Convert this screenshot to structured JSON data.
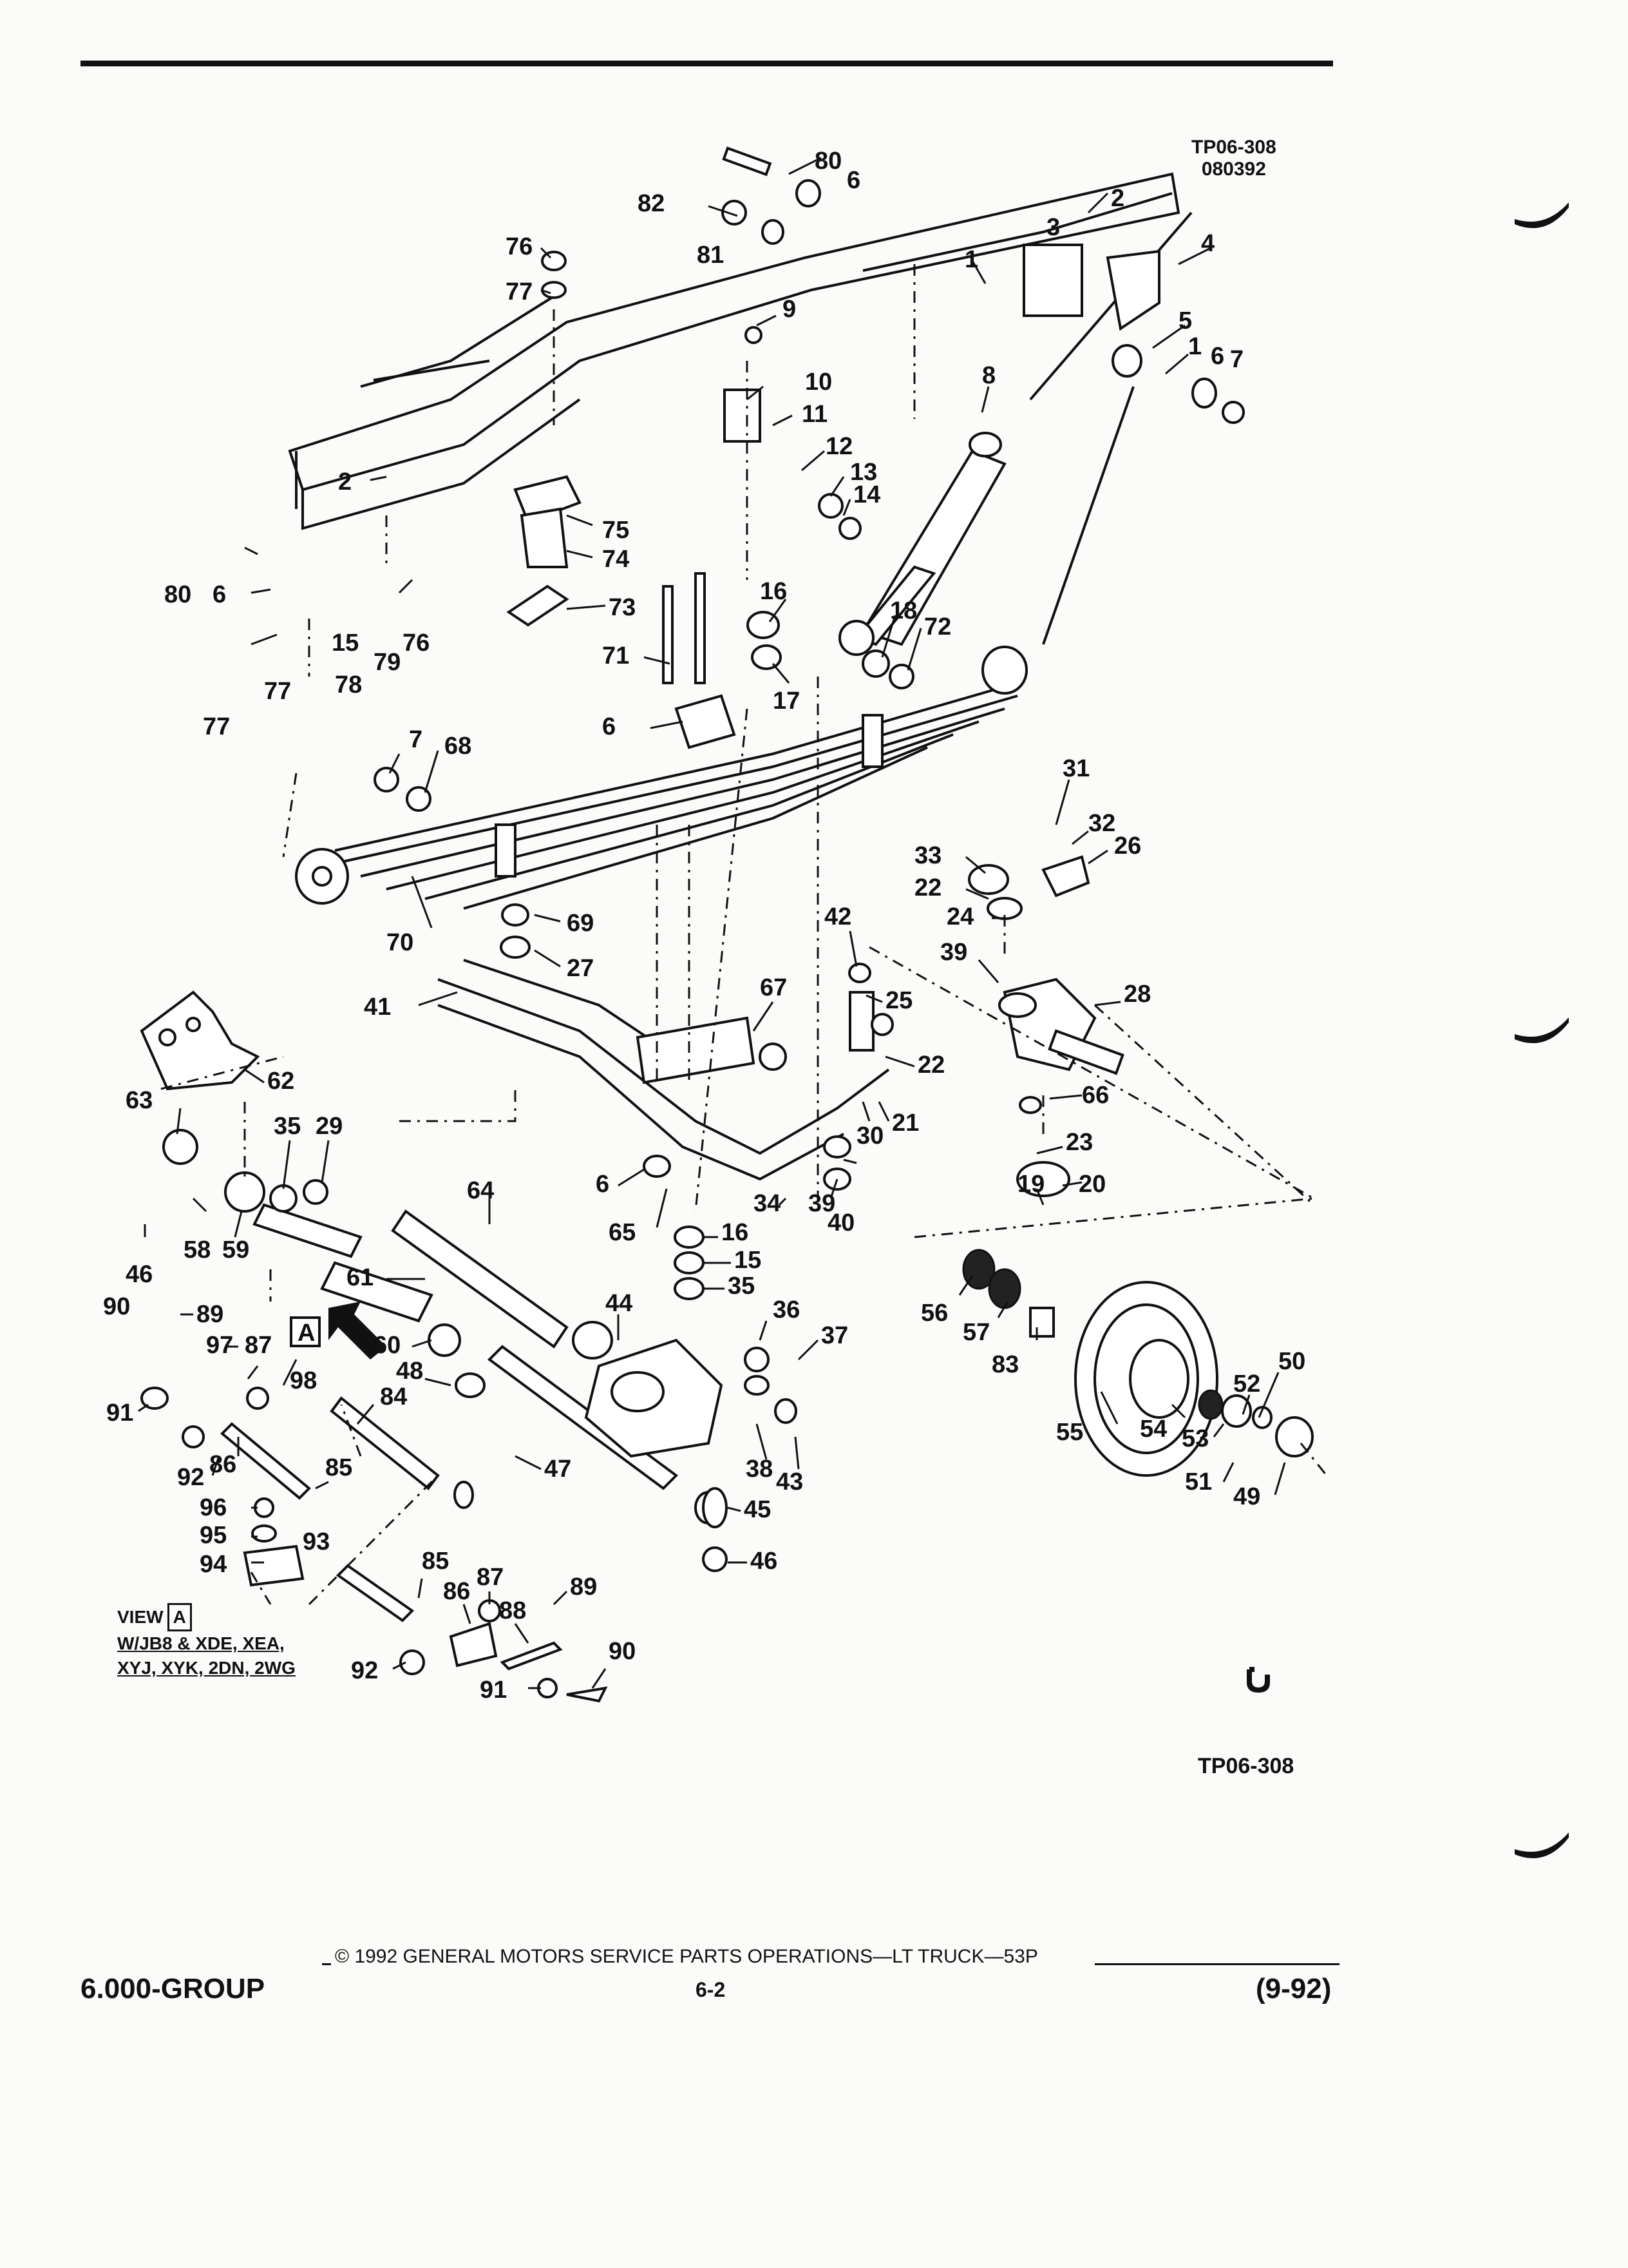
{
  "drawing": {
    "ref_id_top_line1": "TP06-308",
    "ref_id_top_line2": "080392",
    "ref_id_bottom": "TP06-308"
  },
  "view_a": {
    "line1": "VIEW",
    "box": "A",
    "line2": "W/JB8 & XDE, XEA,",
    "line3": "XYJ, XYK, 2DN, 2WG"
  },
  "arrow_a": "A",
  "callouts": [
    "80",
    "6",
    "82",
    "81",
    "76",
    "77",
    "9",
    "2",
    "3",
    "4",
    "1",
    "5",
    "1",
    "6",
    "7",
    "10",
    "11",
    "12",
    "13",
    "14",
    "8",
    "2",
    "75",
    "74",
    "73",
    "80",
    "6",
    "77",
    "76",
    "79",
    "77",
    "78",
    "15",
    "16",
    "17",
    "18",
    "72",
    "71",
    "6",
    "7",
    "68",
    "70",
    "69",
    "27",
    "31",
    "32",
    "26",
    "33",
    "22",
    "24",
    "39",
    "42",
    "25",
    "28",
    "67",
    "41",
    "22",
    "66",
    "62",
    "63",
    "35",
    "29",
    "30",
    "21",
    "23",
    "20",
    "19",
    "6",
    "65",
    "40",
    "39",
    "34",
    "64",
    "16",
    "15",
    "35",
    "58",
    "59",
    "46",
    "61",
    "90",
    "89",
    "97",
    "87",
    "60",
    "44",
    "36",
    "37",
    "56",
    "57",
    "83",
    "55",
    "54",
    "53",
    "52",
    "50",
    "91",
    "98",
    "84",
    "48",
    "92",
    "86",
    "85",
    "47",
    "38",
    "43",
    "51",
    "49",
    "96",
    "95",
    "94",
    "93",
    "45",
    "46",
    "85",
    "87",
    "89",
    "86",
    "88",
    "92",
    "91",
    "90"
  ],
  "footer": {
    "group": "6.000-GROUP",
    "copyright": "© 1992 GENERAL MOTORS SERVICE PARTS OPERATIONS—LT TRUCK—53P",
    "page": "6-2",
    "date": "(9-92)"
  },
  "icons": [
    "gm-service-parts-logo-icon",
    "view-a-arrow-icon"
  ]
}
